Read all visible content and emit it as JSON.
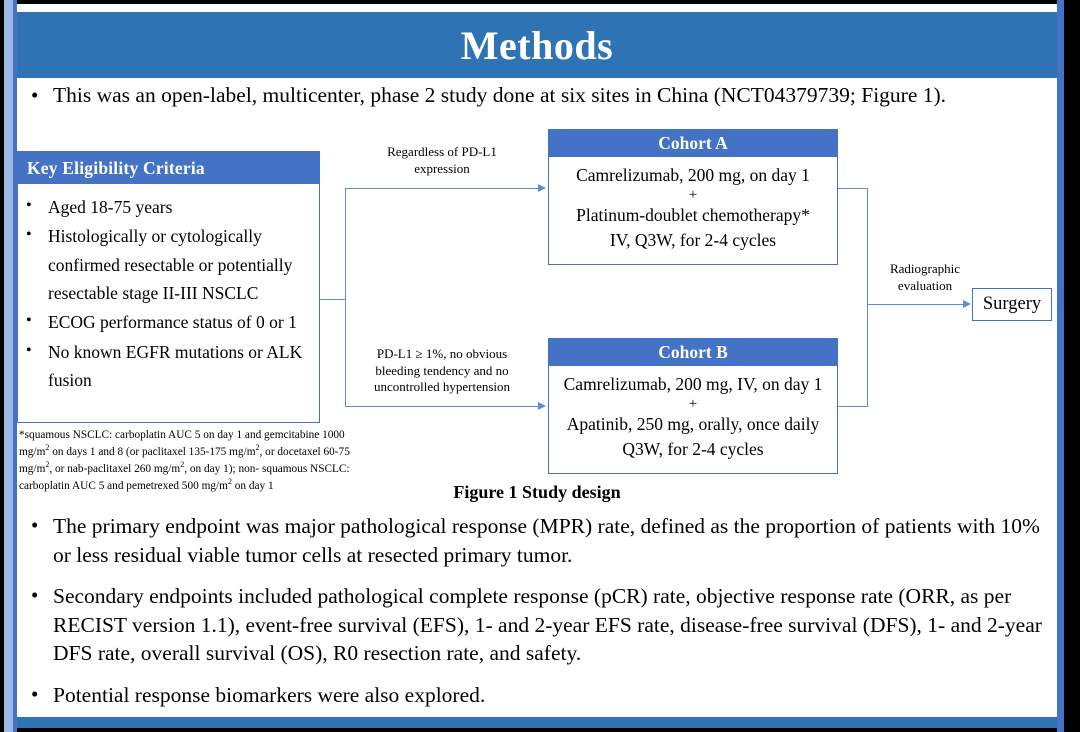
{
  "slide": {
    "title": "Methods",
    "banner_color": "#2E74B5",
    "box_header_color": "#4472C4",
    "connector_color": "#5B8FD4"
  },
  "intro_bullet": {
    "marker": "•",
    "text": "This was an open-label, multicenter, phase 2 study done at six sites in China (NCT04379739; Figure 1)."
  },
  "diagram": {
    "eligibility": {
      "header": "Key  Eligibility Criteria",
      "items": [
        "Aged 18-75 years",
        "Histologically or cytologically confirmed resectable or potentially resectable stage II-III  NSCLC",
        "ECOG performance status of 0 or 1",
        "No known EGFR mutations or ALK fusion"
      ],
      "marker": "•"
    },
    "footnote": {
      "line1": "*squamous NSCLC: carboplatin AUC 5 on day 1 and gemcitabine 1000 mg/m",
      "sup1": "2",
      "line1b": " on days 1 and 8 (or",
      "line2": "paclitaxel 135-175 mg/m",
      "sup2": "2",
      "line2b": ", or docetaxel 60-75 mg/m",
      "sup3": "2",
      "line2c": ", or nab-paclitaxel 260 mg/m",
      "sup4": "2",
      "line2d": ", on day 1); non-",
      "line3": "squamous NSCLC: carboplatin AUC 5 and pemetrexed 500 mg/m",
      "sup5": "2",
      "line3b": " on day 1"
    },
    "cohort_a": {
      "header": "Cohort A",
      "line1": "Camrelizumab, 200 mg, on day 1",
      "plus": "+",
      "line2": "Platinum-doublet chemotherapy*",
      "line3": "IV, Q3W, for 2-4 cycles"
    },
    "cohort_b": {
      "header": "Cohort B",
      "line1": "Camrelizumab, 200 mg, IV, on day 1",
      "plus": "+",
      "line2": "Apatinib, 250 mg, orally, once daily",
      "line3": "Q3W, for 2-4 cycles"
    },
    "label_top": {
      "line1": "Regardless  of PD-L1",
      "line2": "expression"
    },
    "label_bottom": {
      "line1": "PD-L1 ≥ 1%, no obvious",
      "line2": "bleeding tendency and no",
      "line3": "uncontrolled  hypertension"
    },
    "label_right": {
      "line1": "Radiographic",
      "line2": "evaluation"
    },
    "surgery": "Surgery",
    "caption": "Figure 1 Study design"
  },
  "bottom_bullets": [
    {
      "marker": "•",
      "text": "The primary endpoint was major pathological response (MPR) rate, defined as the proportion of patients with 10% or less residual viable tumor cells at resected primary tumor."
    },
    {
      "marker": "•",
      "text": "Secondary endpoints included pathological complete response (pCR) rate, objective response rate (ORR, as per RECIST version 1.1), event-free survival (EFS), 1- and 2-year EFS rate, disease-free survival (DFS), 1- and 2-year DFS rate, overall survival (OS), R0 resection rate, and safety."
    },
    {
      "marker": "•",
      "text": "Potential response biomarkers were also explored."
    }
  ]
}
